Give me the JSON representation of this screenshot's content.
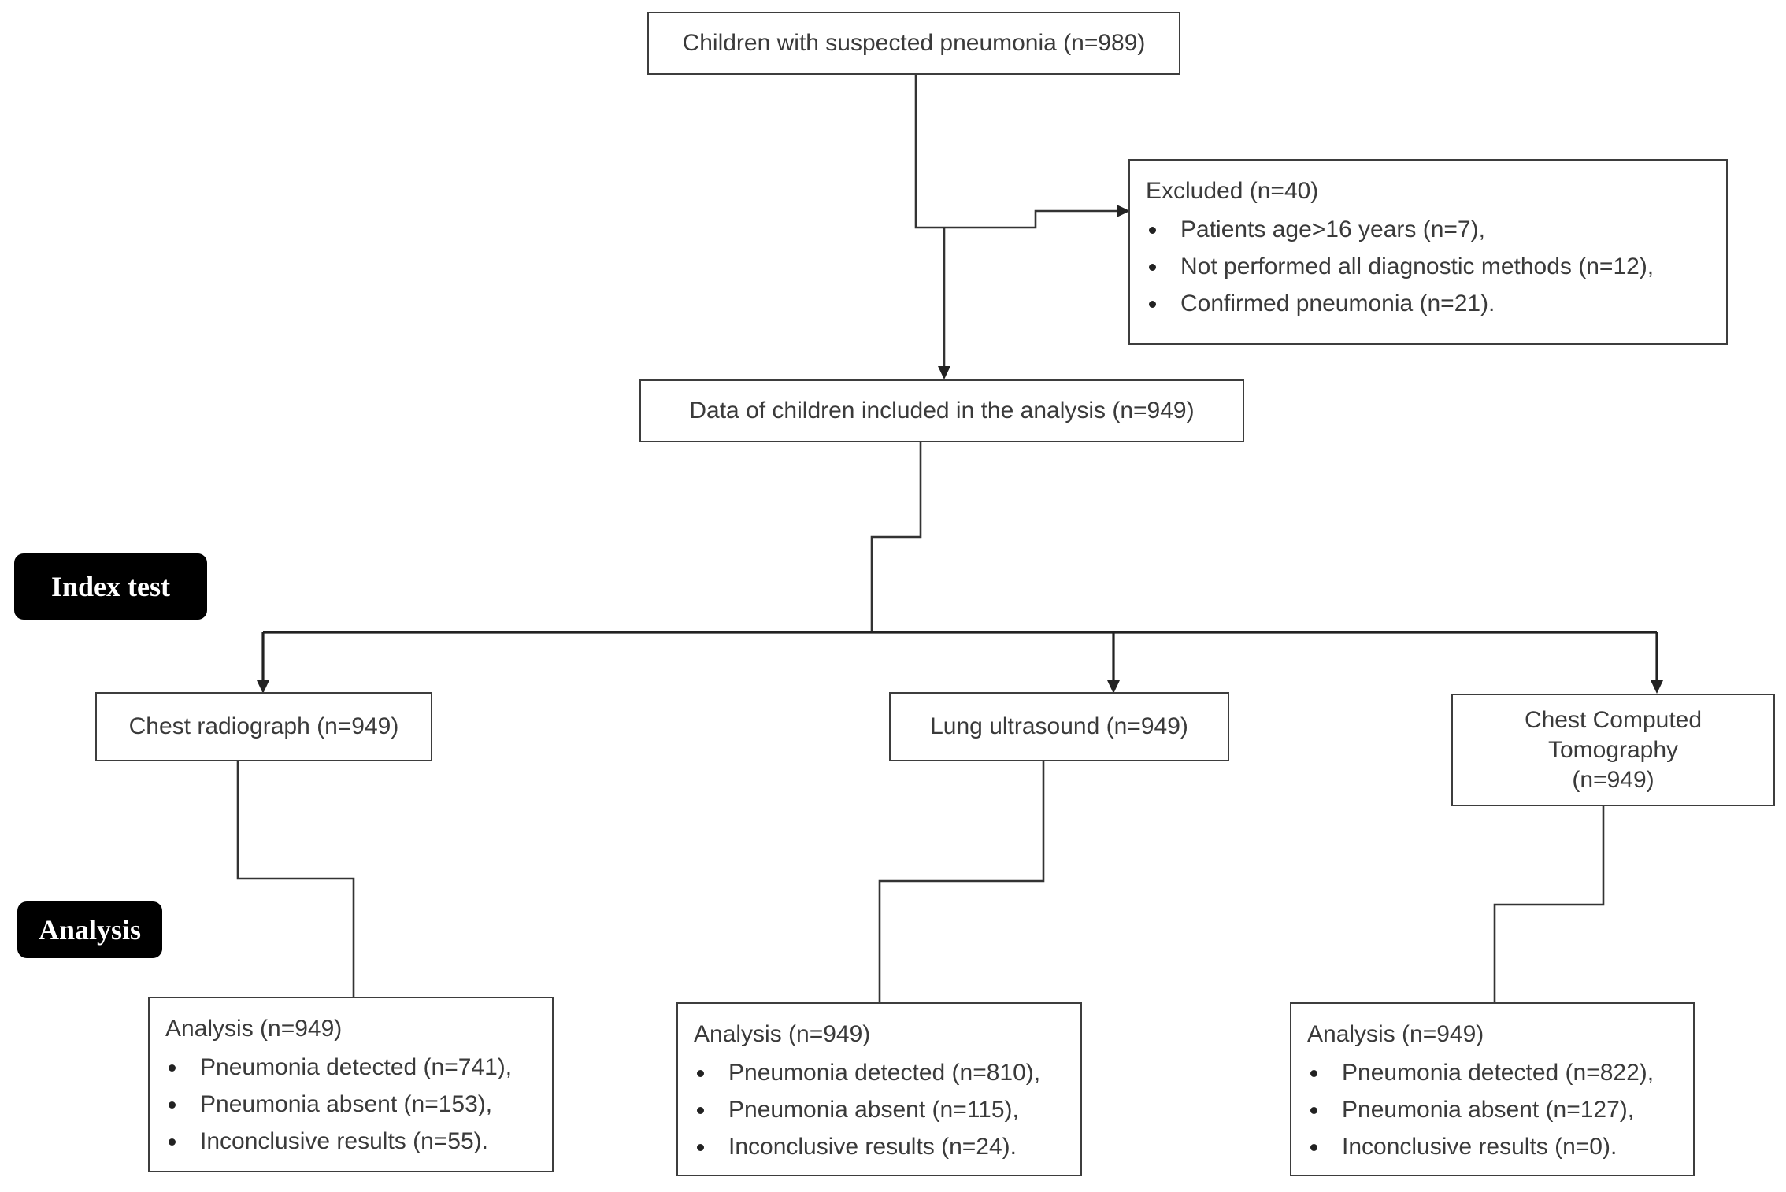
{
  "top_box": {
    "text": "Children with suspected pneumonia (n=989)"
  },
  "excluded": {
    "title": "Excluded (n=40)",
    "items": [
      "Patients age>16 years (n=7),",
      "Not performed all diagnostic methods (n=12),",
      "Confirmed pneumonia (n=21)."
    ]
  },
  "included_box": {
    "text": "Data of children included in the analysis (n=949)"
  },
  "labels": {
    "index_test": "Index test",
    "analysis": "Analysis"
  },
  "tests": [
    {
      "text": "Chest radiograph (n=949)"
    },
    {
      "text": "Lung ultrasound (n=949)"
    },
    {
      "text": "Chest Computed Tomography (n=949)"
    }
  ],
  "analyses": [
    {
      "title": "Analysis (n=949)",
      "items": [
        "Pneumonia detected (n=741),",
        "Pneumonia absent (n=153),",
        "Inconclusive results (n=55)."
      ]
    },
    {
      "title": "Analysis (n=949)",
      "items": [
        "Pneumonia detected (n=810),",
        "Pneumonia absent (n=115),",
        "Inconclusive results (n=24)."
      ]
    },
    {
      "title": "Analysis (n=949)",
      "items": [
        "Pneumonia detected (n=822),",
        "Pneumonia absent (n=127),",
        "Inconclusive results (n=0)."
      ]
    }
  ]
}
